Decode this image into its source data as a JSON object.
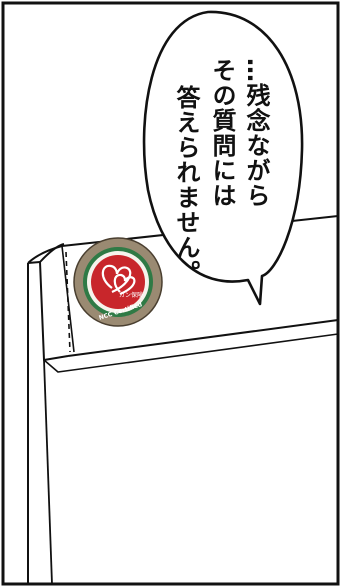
{
  "comic_panel": {
    "speech_bubble": {
      "lines": [
        "…残念ながら",
        "その質問には",
        "答えられません。"
      ]
    },
    "badge": {
      "top_text": "ガン保険",
      "bottom_text": "NCC Certified"
    },
    "colors": {
      "badge_red": "#c8262b",
      "badge_green": "#2f7a45",
      "badge_ring": "#9a8a72",
      "ink": "#111111"
    }
  }
}
